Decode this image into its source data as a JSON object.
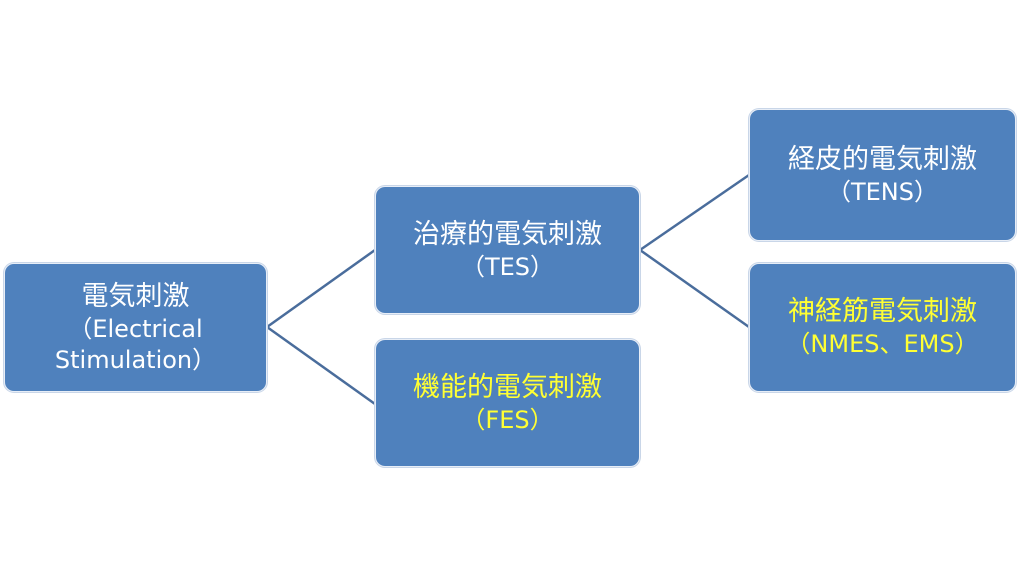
{
  "diagram": {
    "title": "電気刺激の分類",
    "nodes": {
      "root": {
        "title": "電気刺激",
        "sub": "（Electrical",
        "sub2": "Stimulation）"
      },
      "tes": {
        "title": "治療的電気刺激",
        "sub": "（TES）"
      },
      "fes": {
        "title": "機能的電気刺激",
        "sub": "（FES）"
      },
      "tens": {
        "title": "経皮的電気刺激",
        "sub": "（TENS）"
      },
      "nmes": {
        "title": "神経筋電気刺激",
        "sub": "（NMES、EMS）"
      }
    },
    "edges": [
      [
        "root",
        "tes"
      ],
      [
        "root",
        "fes"
      ],
      [
        "tes",
        "tens"
      ],
      [
        "tes",
        "nmes"
      ]
    ]
  },
  "colors": {
    "box_fill": "#4f81bd",
    "connector": "#4a6d9c",
    "highlight_text": "#ffff33",
    "normal_text": "#ffffff"
  }
}
